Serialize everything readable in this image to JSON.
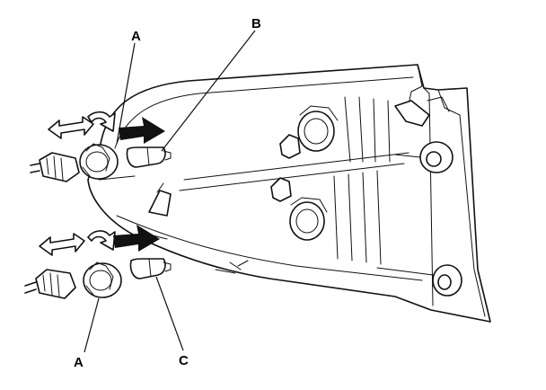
{
  "callouts": {
    "a_top": "A",
    "b": "B",
    "a_bottom": "A",
    "c": "C"
  }
}
